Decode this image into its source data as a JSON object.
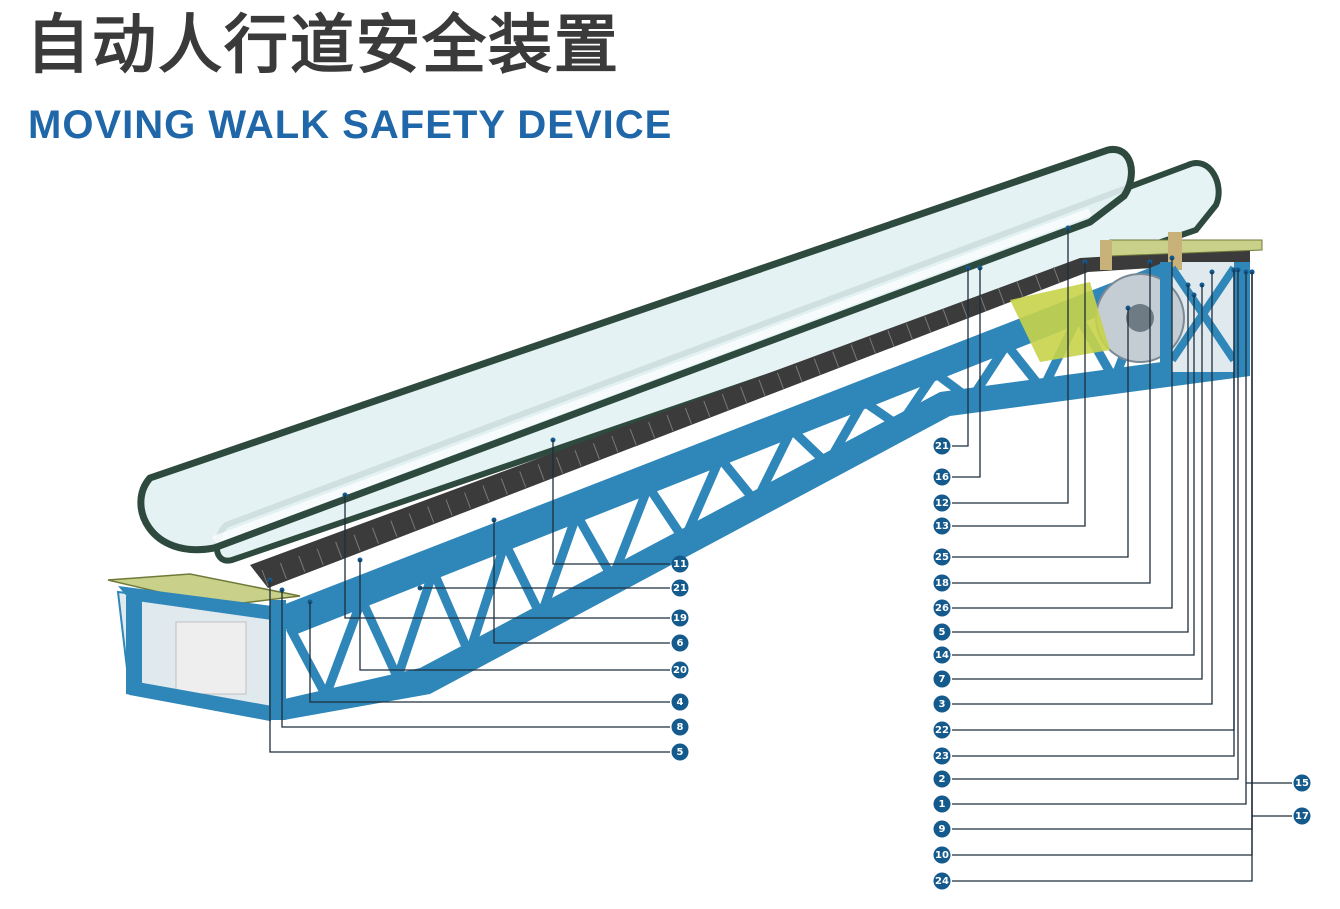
{
  "title_zh": "自动人行道安全装置",
  "title_en": "MOVING WALK SAFETY DEVICE",
  "colors": {
    "truss": "#2f86b9",
    "truss_dark": "#1f6f9f",
    "badge": "#155a8d",
    "leader": "#1f2d3a",
    "handrail": "#2e4a3e",
    "glass": "#e2f1f3",
    "deck": "#c9d08a",
    "title_zh": "#3a3a3a",
    "title_en": "#1f67a8"
  },
  "callouts": {
    "left_column": [
      "11",
      "21",
      "19",
      "6",
      "20",
      "4",
      "8",
      "5"
    ],
    "right_column": [
      "21",
      "16",
      "12",
      "13",
      "25",
      "18",
      "26",
      "5",
      "14",
      "7",
      "3",
      "22",
      "23",
      "2",
      "1",
      "9",
      "10",
      "24"
    ],
    "far_right": [
      "15",
      "17"
    ]
  }
}
